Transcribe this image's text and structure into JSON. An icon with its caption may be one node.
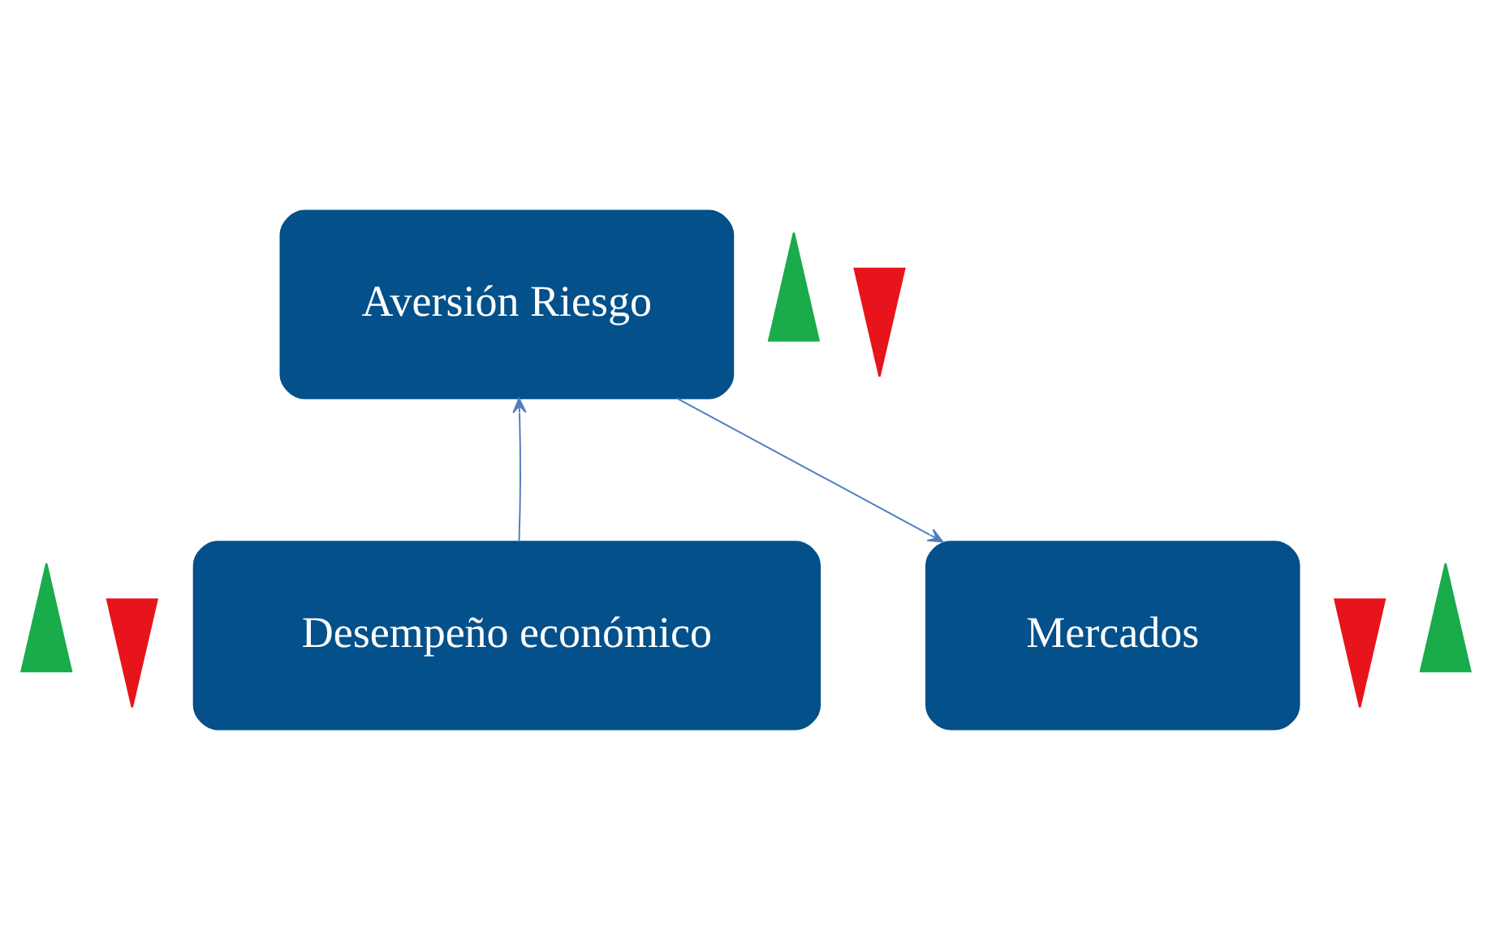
{
  "diagram": {
    "nodes": [
      {
        "text": [
          "Aversión Riesgo"
        ]
      },
      {
        "text": [],
        "shape": "uparrow"
      },
      {
        "text": [],
        "shape": "downarrow"
      },
      {
        "text": [],
        "shape": "uparrow"
      },
      {
        "text": [],
        "shape": "downarrow"
      },
      {
        "text": [
          "Desempeño económico"
        ]
      },
      {
        "text": [
          "Mercados"
        ]
      },
      {
        "text": [],
        "shape": "downarrow"
      },
      {
        "text": [],
        "shape": "uparrow"
      }
    ],
    "edges": [
      {
        "from": 5,
        "to": 0,
        "arrow": "to"
      },
      {
        "from": 0,
        "to": 6,
        "arrow": "to"
      }
    ]
  }
}
